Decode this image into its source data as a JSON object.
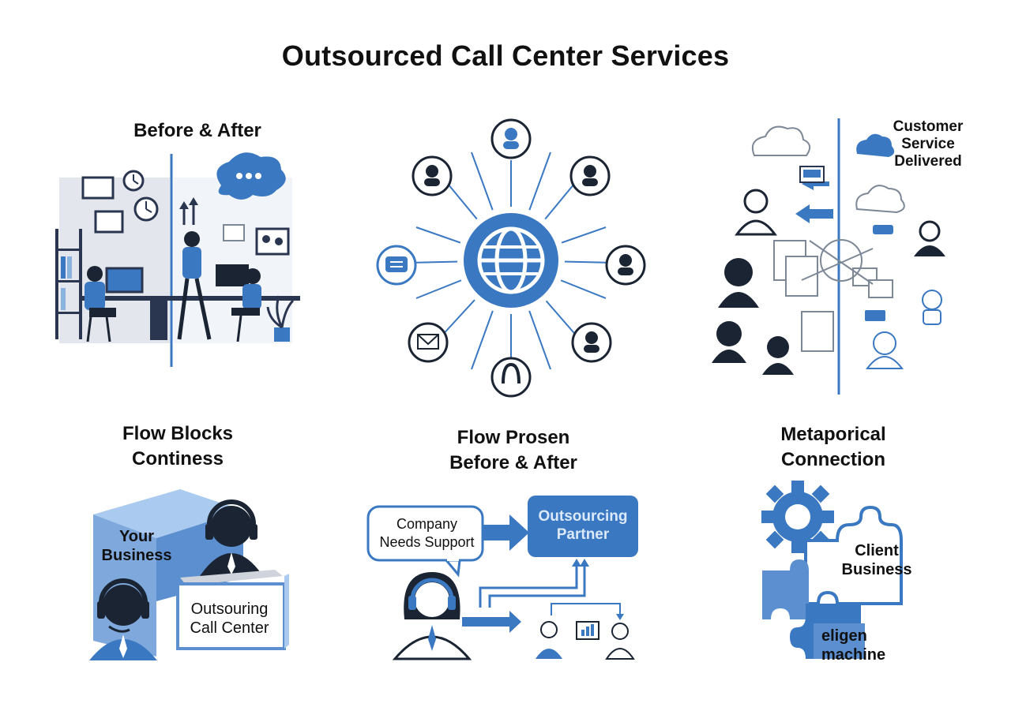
{
  "title": "Outsourced Call Center Services",
  "colors": {
    "primary": "#3a78c2",
    "light": "#aacbef",
    "dark": "#1a2433",
    "grey": "#cfd4dc"
  },
  "panels": {
    "before_after": {
      "label": "Before & After"
    },
    "network": {
      "label": "",
      "icons": [
        "agent-icon",
        "globe-icon",
        "chat-icon",
        "mail-icon"
      ]
    },
    "customer_service": {
      "label_lines": [
        "Customer",
        "Service",
        "Delivered"
      ]
    },
    "flow_blocks": {
      "label_lines": [
        "Flow Blocks",
        "Continess"
      ],
      "block_top_lines": [
        "Your",
        "Business"
      ],
      "block_bottom_lines": [
        "Outsouring",
        "Call Center"
      ]
    },
    "flow_prosen": {
      "label_lines": [
        "Flow Prosen",
        "Before & After"
      ],
      "left_box_lines": [
        "Company",
        "Needs Support"
      ],
      "right_box_lines": [
        "Outsourcing",
        "Partner"
      ]
    },
    "metaporical": {
      "label_lines": [
        "Metaporical",
        "Connection"
      ],
      "piece1_lines": [
        "Client",
        "Business"
      ],
      "piece2_lines": [
        "eligen",
        "machine"
      ]
    }
  }
}
